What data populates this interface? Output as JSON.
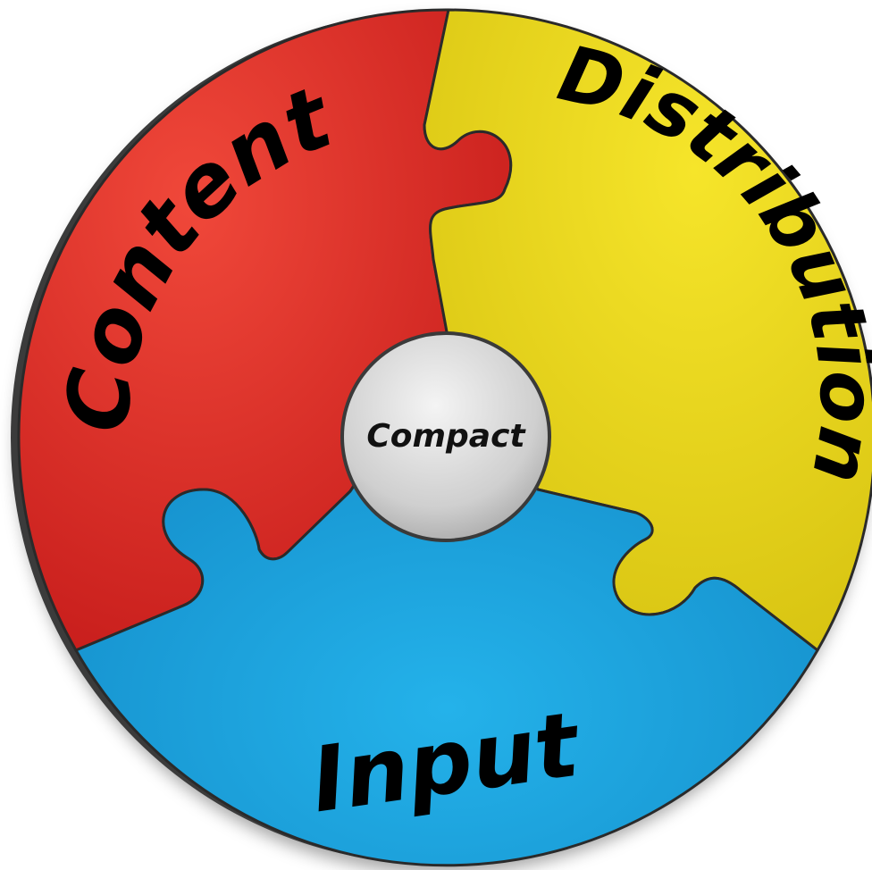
{
  "diagram": {
    "segments": [
      {
        "id": "content",
        "label": "Content",
        "color": "#e0302a"
      },
      {
        "id": "distribution",
        "label": "Distribution",
        "color": "#ecd51a"
      },
      {
        "id": "input",
        "label": "Input",
        "color": "#1da8e0"
      }
    ],
    "hub": {
      "label": "Compact",
      "color": "#d9d9d9"
    }
  }
}
